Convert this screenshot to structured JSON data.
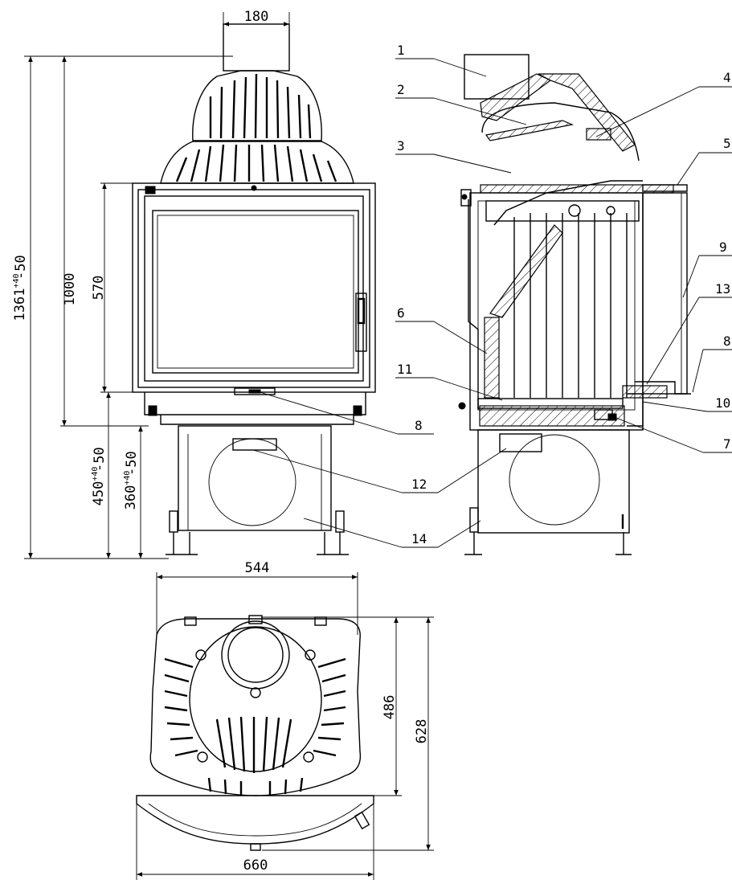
{
  "dimensions": {
    "flue_diameter": "180",
    "total_height_base": "1361",
    "total_height_tol_plus": "+40",
    "total_height_tol_minus": "-50",
    "body_height": "1000",
    "glass_height": "570",
    "stand_450_base": "450",
    "stand_450_tol_plus": "+40",
    "stand_450_tol_minus": "-50",
    "stand_360_base": "360",
    "stand_360_tol_plus": "+40",
    "stand_360_tol_minus": "-50",
    "top_width": "544",
    "depth_486": "486",
    "depth_628": "628",
    "bottom_width": "660"
  },
  "callouts": {
    "c1": "1",
    "c2": "2",
    "c3": "3",
    "c4": "4",
    "c5": "5",
    "c6": "6",
    "c7": "7",
    "c8_side": "8",
    "c8_front": "8",
    "c9": "9",
    "c10": "10",
    "c11": "11",
    "c12": "12",
    "c13": "13",
    "c14": "14"
  }
}
